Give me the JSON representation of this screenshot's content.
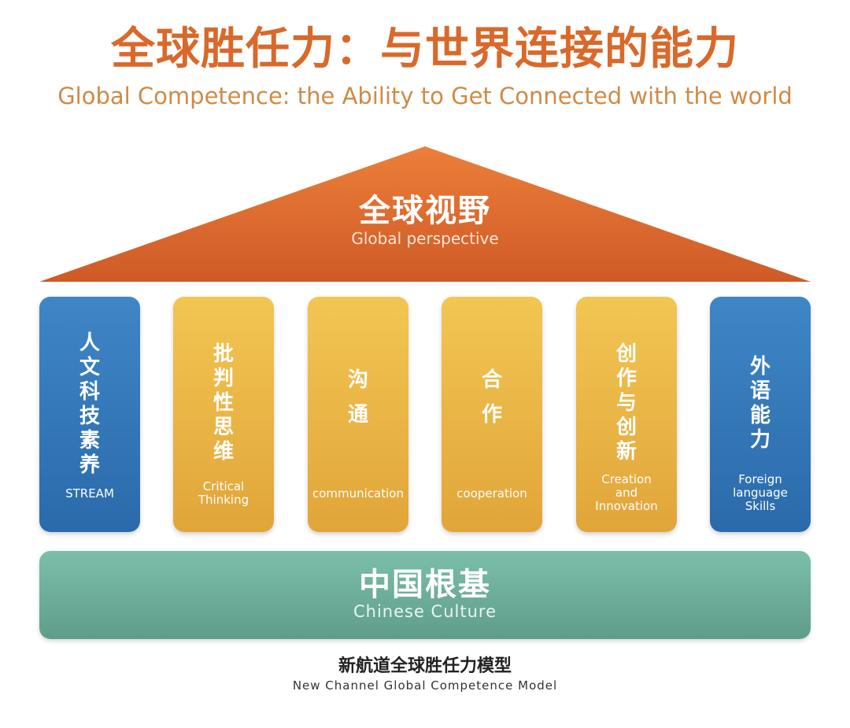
{
  "header": {
    "title": "全球胜任力：与世界连接的能力",
    "subtitle": "Global Competence: the Ability to Get Connected with the world"
  },
  "roof": {
    "title": "全球视野",
    "subtitle": "Global perspective"
  },
  "pillars": [
    {
      "cn": "人文科技素养",
      "en": "STREAM",
      "color": "blue"
    },
    {
      "cn": "批判性思维",
      "en": "Critical\nThinking",
      "color": "gold"
    },
    {
      "cn": "沟通",
      "en": "communication",
      "color": "gold"
    },
    {
      "cn": "合作",
      "en": "cooperation",
      "color": "gold"
    },
    {
      "cn": "创作与创新",
      "en": "Creation\nand\nInnovation",
      "color": "gold"
    },
    {
      "cn": "外语能力",
      "en": "Foreign\nlanguage\nSkills",
      "color": "blue"
    }
  ],
  "base": {
    "title": "中国根基",
    "subtitle": "Chinese Culture"
  },
  "caption": {
    "cn": "新航道全球胜任力模型",
    "en": "New Channel Global Competence Model"
  },
  "colors": {
    "title": "#d9692a",
    "roof": "#d8602a",
    "pillar_blue": "#3478b8",
    "pillar_gold": "#e9b546",
    "base": "#6fae9b"
  }
}
